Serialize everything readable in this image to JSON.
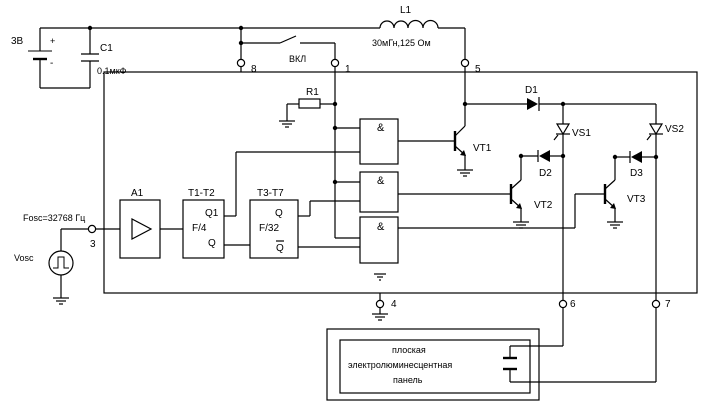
{
  "labels": {
    "battery": "3В",
    "battery_plus": "+",
    "battery_minus": "-",
    "c1_name": "C1",
    "c1_value": "0.1мкФ",
    "l1_name": "L1",
    "l1_value": "30мГн,125 Ом",
    "switch": "ВКЛ",
    "r1": "R1",
    "d1": "D1",
    "d2": "D2",
    "d3": "D3",
    "vs1": "VS1",
    "vs2": "VS2",
    "vt1": "VT1",
    "vt2": "VT2",
    "vt3": "VT3",
    "a1": "A1",
    "t1t2": "T1-T2",
    "t3t7": "T3-T7",
    "div4": "F/4",
    "div32": "F/32",
    "q": "Q",
    "q1": "Q1",
    "fosc": "Fosc=32768 Гц",
    "vosc": "Vosc",
    "and": "&"
  },
  "pins": {
    "p1": "1",
    "p3": "3",
    "p4": "4",
    "p5": "5",
    "p6": "6",
    "p7": "7",
    "p8": "8"
  },
  "panel": {
    "line1": "плоская",
    "line2": "электролюминесцентная",
    "line3": "панель"
  }
}
